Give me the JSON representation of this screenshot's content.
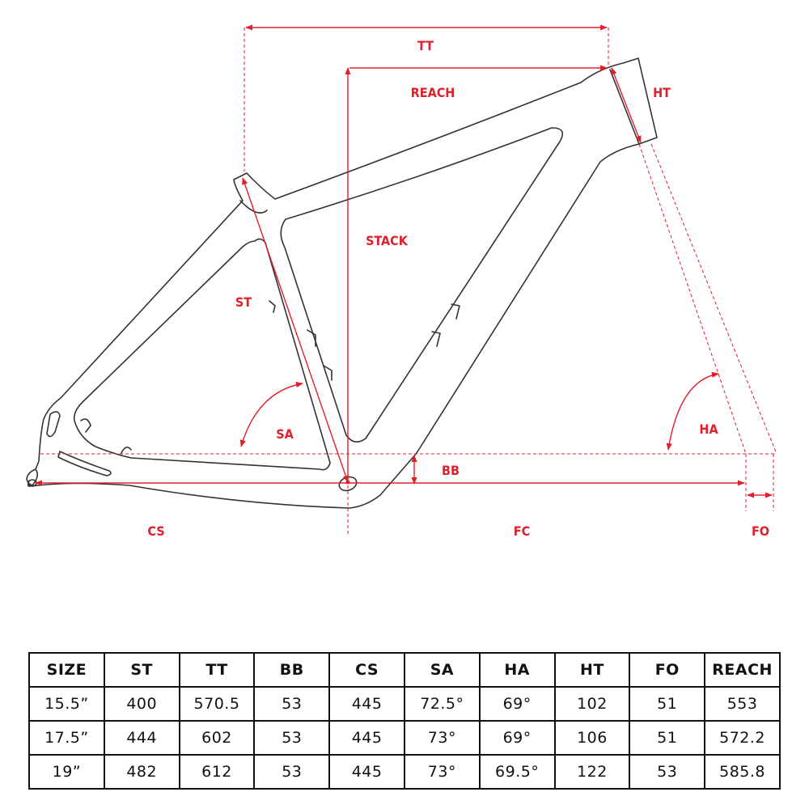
{
  "diagram": {
    "labels": {
      "tt": "TT",
      "reach": "REACH",
      "ht": "HT",
      "stack": "STACK",
      "st": "ST",
      "sa": "SA",
      "ha": "HA",
      "bb": "BB",
      "cs": "CS",
      "fc": "FC",
      "fo": "FO"
    },
    "colors": {
      "dimension": "#e0202b",
      "frame_outline": "#333333"
    }
  },
  "table": {
    "headers": [
      "SIZE",
      "ST",
      "TT",
      "BB",
      "CS",
      "SA",
      "HA",
      "HT",
      "FO",
      "REACH"
    ],
    "rows": [
      [
        "15.5”",
        "400",
        "570.5",
        "53",
        "445",
        "72.5°",
        "69°",
        "102",
        "51",
        "553"
      ],
      [
        "17.5”",
        "444",
        "602",
        "53",
        "445",
        "73°",
        "69°",
        "106",
        "51",
        "572.2"
      ],
      [
        "19”",
        "482",
        "612",
        "53",
        "445",
        "73°",
        "69.5°",
        "122",
        "53",
        "585.8"
      ]
    ]
  }
}
